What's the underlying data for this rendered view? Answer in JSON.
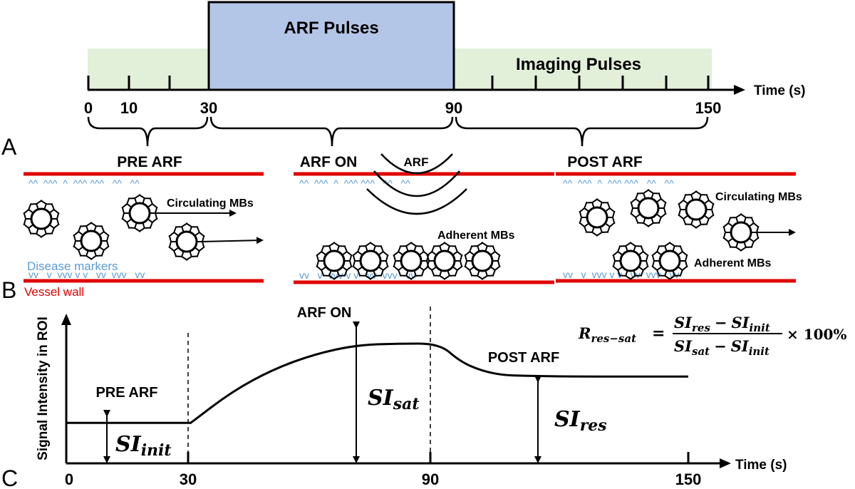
{
  "panel_a": {
    "panel_letter": "A",
    "arf_label": "ARF Pulses",
    "imaging_label": "Imaging Pulses",
    "axis_label": "Time (s)",
    "ticks": [
      "0",
      "10",
      "30",
      "90",
      "150"
    ],
    "colors": {
      "imaging_band": "#e2efd9",
      "arf_block": "#b4c6e7"
    }
  },
  "panel_b": {
    "panel_letter": "B",
    "pre": {
      "title": "PRE ARF",
      "circulating_label": "Circulating MBs",
      "disease_markers_label": "Disease markers",
      "vessel_wall_label": "Vessel wall"
    },
    "on": {
      "title": "ARF ON",
      "arf_label": "ARF",
      "adherent_label": "Adherent MBs"
    },
    "post": {
      "title": "POST ARF",
      "circulating_label": "Circulating MBs",
      "adherent_label": "Adherent MBs"
    },
    "colors": {
      "vessel_wall": "#e00000",
      "markers": "#5b9bd5"
    },
    "markers_top_pattern": "^^  ^^^  ^  ^^^ ^^^   ^^   ^^",
    "markers_bottom_pattern": "vv   v  vvv v v   vv  vvv   vv"
  },
  "panel_c": {
    "panel_letter": "C",
    "y_label": "Signal Intensity in ROI",
    "x_label": "Time (s)",
    "ticks": [
      "0",
      "30",
      "90",
      "150"
    ],
    "pre_label": "PRE ARF",
    "on_label": "ARF ON",
    "post_label": "POST ARF",
    "si_init_main": "SI",
    "si_init_sub": "init",
    "si_sat_main": "SI",
    "si_sat_sub": "sat",
    "si_res_main": "SI",
    "si_res_sub": "res",
    "formula": {
      "lhs_main": "R",
      "lhs_sub": "res−sat",
      "eq": "=",
      "num_a": "SI",
      "num_a_sub": "res",
      "num_minus": "−",
      "num_b": "SI",
      "num_b_sub": "init",
      "den_a": "SI",
      "den_a_sub": "sat",
      "den_minus": "−",
      "den_b": "SI",
      "den_b_sub": "init",
      "times": "× 100%"
    },
    "curve": {
      "x": [
        0,
        30,
        40,
        50,
        60,
        70,
        80,
        90,
        95,
        100,
        105,
        110,
        120,
        135,
        150
      ],
      "y": [
        0.27,
        0.27,
        0.48,
        0.63,
        0.73,
        0.79,
        0.8,
        0.8,
        0.68,
        0.62,
        0.59,
        0.585,
        0.58,
        0.58,
        0.58
      ]
    }
  }
}
